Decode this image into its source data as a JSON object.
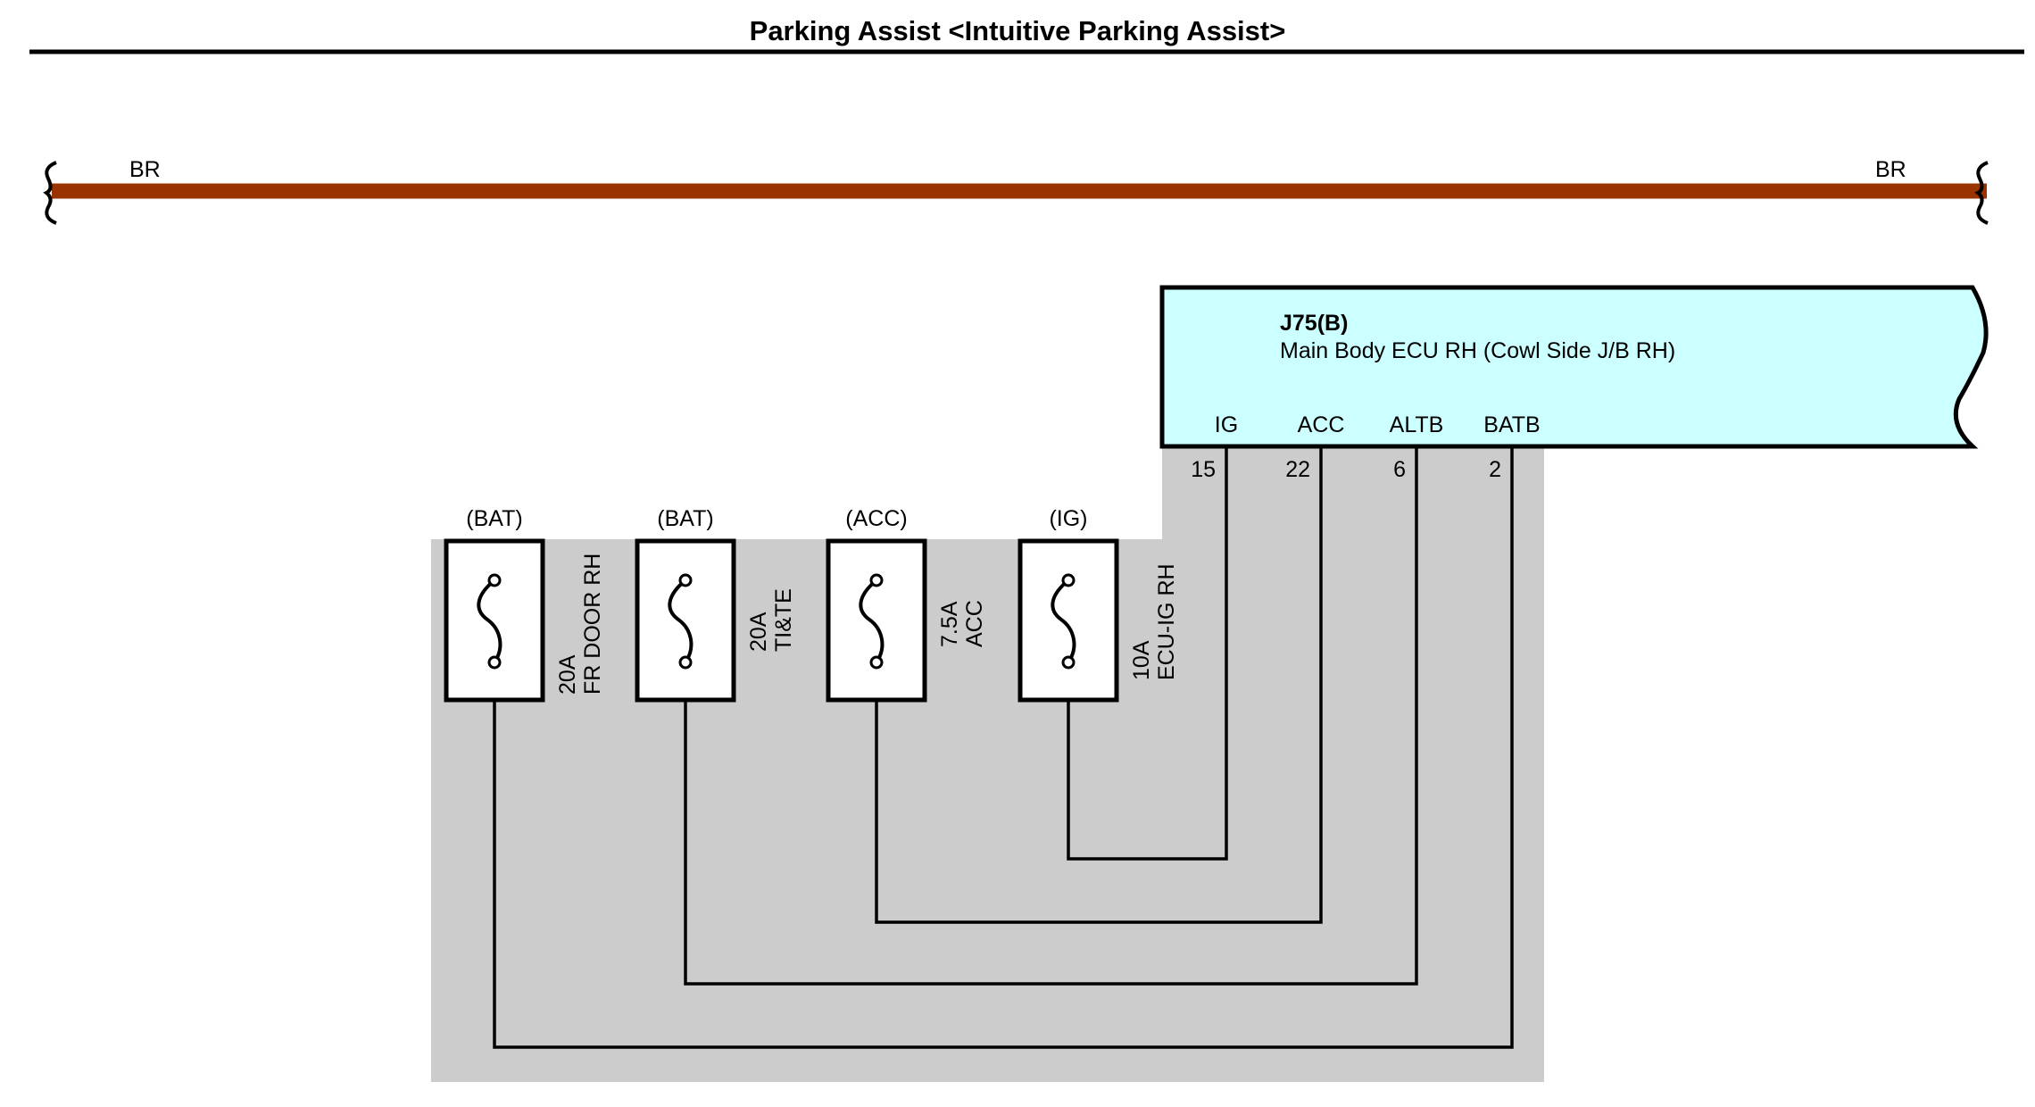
{
  "title": "Parking Assist <Intuitive Parking Assist>",
  "colors": {
    "background": "#ffffff",
    "bus_wire": "#993300",
    "ecu_fill": "#ccffff",
    "junction_block_fill": "#cccccc",
    "line": "#000000"
  },
  "bus": {
    "left_label": "BR",
    "right_label": "BR"
  },
  "ecu": {
    "connector": "J75(B)",
    "name": "Main Body ECU RH (Cowl Side J/B RH)",
    "terminals": [
      {
        "name": "IG",
        "pin": "15"
      },
      {
        "name": "ACC",
        "pin": "22"
      },
      {
        "name": "ALTB",
        "pin": "6"
      },
      {
        "name": "BATB",
        "pin": "2"
      }
    ]
  },
  "fuses": [
    {
      "source": "(BAT)",
      "rating": "20A",
      "name": "FR DOOR RH",
      "icon": "fuse-icon"
    },
    {
      "source": "(BAT)",
      "rating": "20A",
      "name": "TI&TE",
      "icon": "fuse-icon"
    },
    {
      "source": "(ACC)",
      "rating": "7.5A",
      "name": "ACC",
      "icon": "fuse-icon"
    },
    {
      "source": "(IG)",
      "rating": "10A",
      "name": "ECU-IG RH",
      "icon": "fuse-icon"
    }
  ]
}
